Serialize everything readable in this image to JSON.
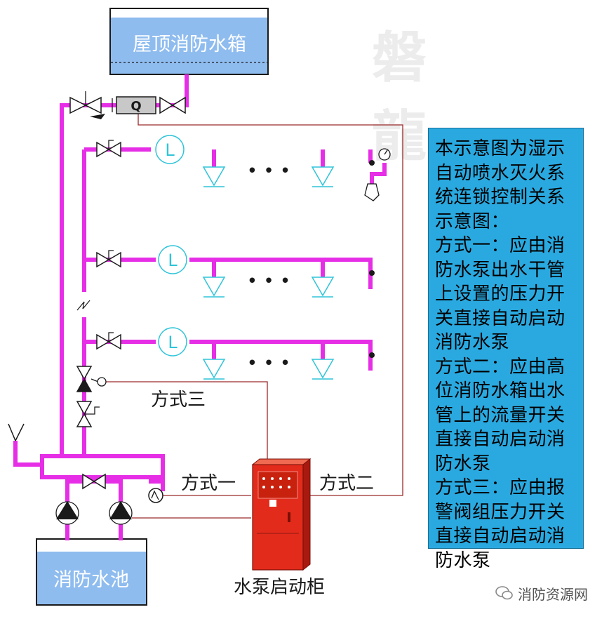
{
  "tanks": {
    "roof_tank_label": "屋顶消防水箱",
    "pool_label": "消防水池"
  },
  "equipment": {
    "flow_switch_letter": "Q",
    "sprinkler_letter": "L",
    "pump_cabinet_label": "水泵启动柜"
  },
  "dots": "• • •",
  "methods": {
    "one": "方式一",
    "two": "方式二",
    "three": "方式三"
  },
  "description": {
    "lines": [
      "本示意图为湿示自动喷水灭火系统连锁控制关系示意图：",
      "方式一：应由消防水泵出水干管上设置的压力开关直接自动启动消防水泵",
      "方式二：应由高位消防水箱出水管上的流量开关直接自动启动消防水泵",
      "方式三：应由报警阀组压力开关直接自动启动消防水泵"
    ]
  },
  "watermark": "磐 龍",
  "brand": "消防资源网",
  "colors": {
    "pipe": "#e62ee6",
    "water": "#8fbcef",
    "signal": "#9b2a2a",
    "cabinet": "#e32b1c",
    "cyan": "#2ec4d8",
    "desc_bg": "#2aa9e0"
  }
}
